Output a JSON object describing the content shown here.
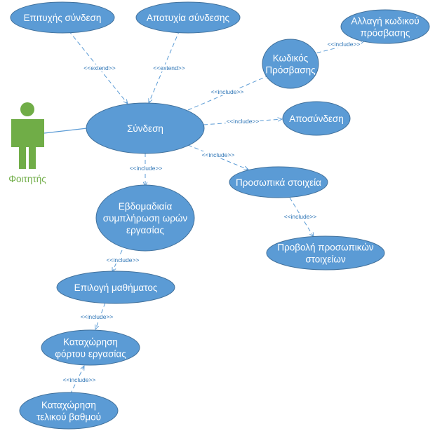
{
  "actor": {
    "name": "Φοιτητής",
    "icon": "student-actor-icon",
    "color": "#70ad47"
  },
  "use_cases": [
    {
      "id": "uc-successful-login",
      "lines": [
        "Επιτυχής σύνδεση"
      ]
    },
    {
      "id": "uc-failed-login",
      "lines": [
        "Αποτυχία σύνδεσης"
      ]
    },
    {
      "id": "uc-change-password",
      "lines": [
        "Αλλαγή κωδικού",
        "πρόσβασης"
      ]
    },
    {
      "id": "uc-password",
      "lines": [
        "Κωδικός",
        "Πρόσβασης"
      ]
    },
    {
      "id": "uc-login",
      "lines": [
        "Σύνδεση"
      ]
    },
    {
      "id": "uc-logout",
      "lines": [
        "Αποσύνδεση"
      ]
    },
    {
      "id": "uc-personal-info",
      "lines": [
        "Προσωπικά στοιχεία"
      ]
    },
    {
      "id": "uc-view-personal-info",
      "lines": [
        "Προβολή προσωπικών",
        "στοιχείων"
      ]
    },
    {
      "id": "uc-weekly-hours",
      "lines": [
        "Εβδομαδιαία",
        "συμπλήρωση ωρών",
        "εργασίας"
      ]
    },
    {
      "id": "uc-select-course",
      "lines": [
        "Επιλογή μαθήματος"
      ]
    },
    {
      "id": "uc-register-workload",
      "lines": [
        "Καταχώρηση",
        "φόρτου εργασίας"
      ]
    },
    {
      "id": "uc-register-final-grade",
      "lines": [
        "Καταχώρηση",
        "τελικού βαθμού"
      ]
    }
  ],
  "relations": [
    {
      "id": "rel-successful-extend",
      "label": "<<extend>>"
    },
    {
      "id": "rel-failed-extend",
      "label": "<<extend>>"
    },
    {
      "id": "rel-change-password-include",
      "label": "<<include>>"
    },
    {
      "id": "rel-password-include",
      "label": "<<include>>"
    },
    {
      "id": "rel-logout-include",
      "label": "<<include>>"
    },
    {
      "id": "rel-personal-include",
      "label": "<<include>>"
    },
    {
      "id": "rel-weekly-include",
      "label": "<<include>>"
    },
    {
      "id": "rel-view-personal-include",
      "label": "<<include>>"
    },
    {
      "id": "rel-select-course-include",
      "label": "<<include>>"
    },
    {
      "id": "rel-workload-include",
      "label": "<<include>>"
    },
    {
      "id": "rel-final-grade-include",
      "label": "<<include>>"
    }
  ],
  "colors": {
    "use_case_fill": "#5b9bd5",
    "use_case_stroke": "#41719c",
    "edge": "#5b9bd5",
    "label": "#2e75b6"
  }
}
